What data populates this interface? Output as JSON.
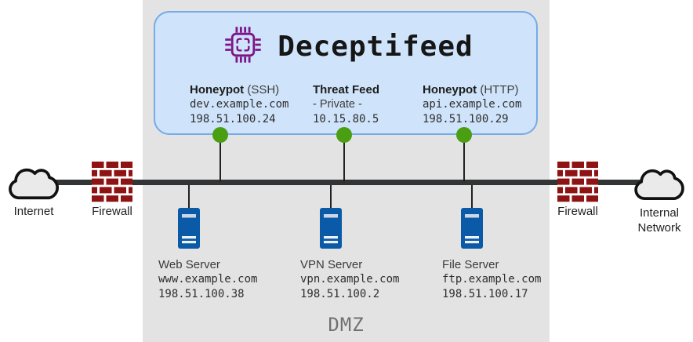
{
  "diagram": {
    "type": "network-topology",
    "title": "Deceptifeed",
    "dmz_label": "DMZ",
    "colors": {
      "dmz_background": "#e3e3e3",
      "panel_fill": "#cfe3fa",
      "panel_border": "#74abe8",
      "chip_purple": "#7b1588",
      "tap_green": "#4a9e12",
      "server_blue": "#0b5aa7",
      "firewall_red": "#8e1313",
      "backbone_dark": "#333436",
      "cloud_fill": "#eaeaea"
    },
    "icons": {
      "chip": "chip-icon",
      "cloud": "cloud-icon",
      "firewall": "firewall-brick-icon",
      "server": "server-tower-icon",
      "tap": "connection-dot"
    },
    "feed_nodes": [
      {
        "title": "Honeypot",
        "title_suffix": " (SSH)",
        "line2": "dev.example.com",
        "line3": "198.51.100.24"
      },
      {
        "title": "Threat Feed",
        "title_suffix": "",
        "line2": "- Private -",
        "line3": "10.15.80.5"
      },
      {
        "title": "Honeypot",
        "title_suffix": " (HTTP)",
        "line2": "api.example.com",
        "line3": "198.51.100.29"
      }
    ],
    "servers": [
      {
        "name": "Web Server",
        "host": "www.example.com",
        "ip": "198.51.100.38"
      },
      {
        "name": "VPN Server",
        "host": "vpn.example.com",
        "ip": "198.51.100.2"
      },
      {
        "name": "File Server",
        "host": "ftp.example.com",
        "ip": "198.51.100.17"
      }
    ],
    "endpoints": {
      "left_cloud": "Internet",
      "left_firewall": "Firewall",
      "right_firewall": "Firewall",
      "right_cloud_line1": "Internal",
      "right_cloud_line2": "Network"
    }
  }
}
